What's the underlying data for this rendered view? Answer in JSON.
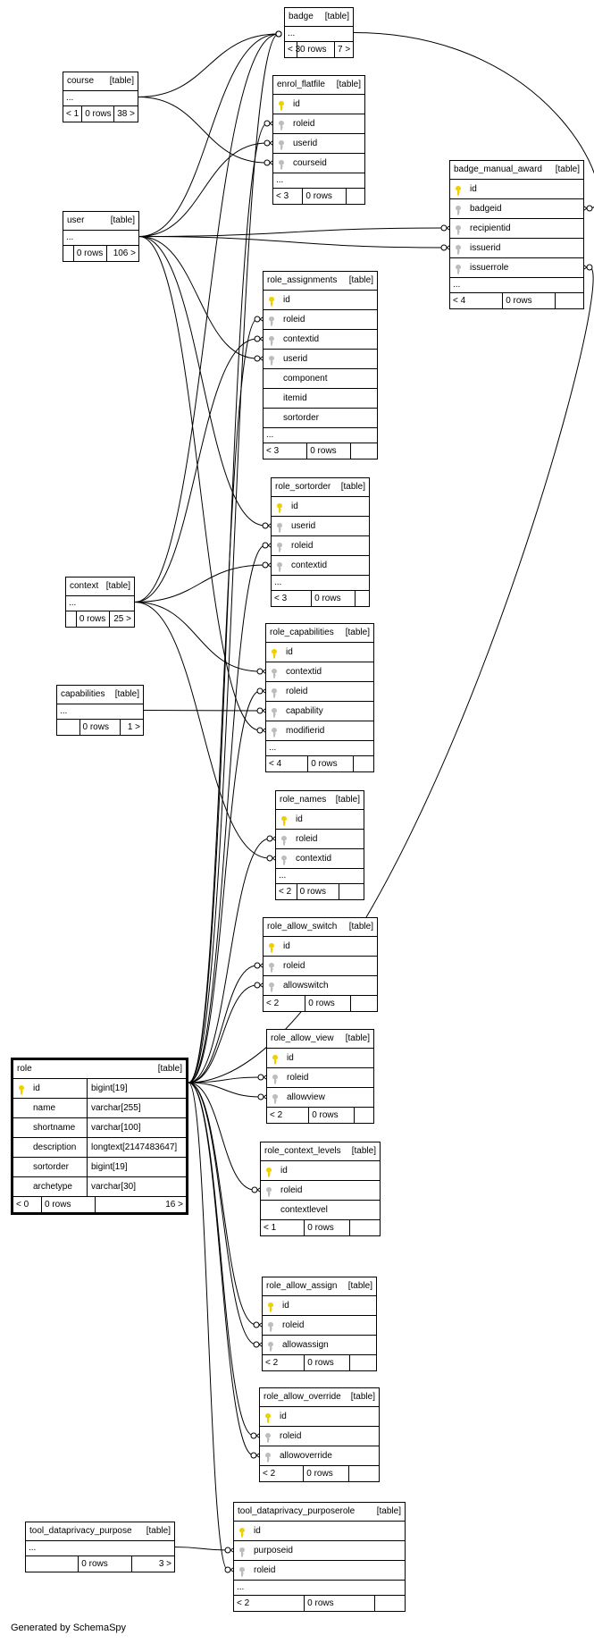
{
  "footer": "Generated by SchemaSpy",
  "tables": [
    {
      "id": "badge",
      "name": "badge",
      "tag": "[table]",
      "columns": [],
      "dots": "...",
      "footer": [
        "< 3",
        "0 rows",
        "7 >"
      ]
    },
    {
      "id": "course",
      "name": "course",
      "tag": "[table]",
      "columns": [],
      "dots": "...",
      "footer": [
        "< 1",
        "0 rows",
        "38 >"
      ]
    },
    {
      "id": "enrol_flatfile",
      "name": "enrol_flatfile",
      "tag": "[table]",
      "columns": [
        {
          "name": "id",
          "key": "pk"
        },
        {
          "name": "roleid",
          "key": "fk"
        },
        {
          "name": "userid",
          "key": "fk"
        },
        {
          "name": "courseid",
          "key": "fk"
        }
      ],
      "dots": "...",
      "footer": [
        "< 3",
        "0 rows",
        ""
      ]
    },
    {
      "id": "badge_manual_award",
      "name": "badge_manual_award",
      "tag": "[table]",
      "columns": [
        {
          "name": "id",
          "key": "pk"
        },
        {
          "name": "badgeid",
          "key": "fk"
        },
        {
          "name": "recipientid",
          "key": "fk"
        },
        {
          "name": "issuerid",
          "key": "fk"
        },
        {
          "name": "issuerrole",
          "key": "fk"
        }
      ],
      "dots": "...",
      "footer": [
        "< 4",
        "0 rows",
        ""
      ]
    },
    {
      "id": "user",
      "name": "user",
      "tag": "[table]",
      "columns": [],
      "dots": "...",
      "footer": [
        "",
        "0 rows",
        "106 >"
      ]
    },
    {
      "id": "role_assignments",
      "name": "role_assignments",
      "tag": "[table]",
      "columns": [
        {
          "name": "id",
          "key": "pk"
        },
        {
          "name": "roleid",
          "key": "fk"
        },
        {
          "name": "contextid",
          "key": "fk"
        },
        {
          "name": "userid",
          "key": "fk"
        },
        {
          "name": "component",
          "key": ""
        },
        {
          "name": "itemid",
          "key": ""
        },
        {
          "name": "sortorder",
          "key": ""
        }
      ],
      "dots": "...",
      "footer": [
        "< 3",
        "0 rows",
        ""
      ]
    },
    {
      "id": "role_sortorder",
      "name": "role_sortorder",
      "tag": "[table]",
      "columns": [
        {
          "name": "id",
          "key": "pk"
        },
        {
          "name": "userid",
          "key": "fk"
        },
        {
          "name": "roleid",
          "key": "fk"
        },
        {
          "name": "contextid",
          "key": "fk"
        }
      ],
      "dots": "...",
      "footer": [
        "< 3",
        "0 rows",
        ""
      ]
    },
    {
      "id": "context",
      "name": "context",
      "tag": "[table]",
      "columns": [],
      "dots": "...",
      "footer": [
        "",
        "0 rows",
        "25 >"
      ]
    },
    {
      "id": "role_capabilities",
      "name": "role_capabilities",
      "tag": "[table]",
      "columns": [
        {
          "name": "id",
          "key": "pk"
        },
        {
          "name": "contextid",
          "key": "fk"
        },
        {
          "name": "roleid",
          "key": "fk"
        },
        {
          "name": "capability",
          "key": "fk"
        },
        {
          "name": "modifierid",
          "key": "fk"
        }
      ],
      "dots": "...",
      "footer": [
        "< 4",
        "0 rows",
        ""
      ]
    },
    {
      "id": "capabilities",
      "name": "capabilities",
      "tag": "[table]",
      "columns": [],
      "dots": "...",
      "footer": [
        "",
        "0 rows",
        "1 >"
      ]
    },
    {
      "id": "role_names",
      "name": "role_names",
      "tag": "[table]",
      "columns": [
        {
          "name": "id",
          "key": "pk"
        },
        {
          "name": "roleid",
          "key": "fk"
        },
        {
          "name": "contextid",
          "key": "fk"
        }
      ],
      "dots": "...",
      "footer": [
        "< 2",
        "0 rows",
        ""
      ]
    },
    {
      "id": "role_allow_switch",
      "name": "role_allow_switch",
      "tag": "[table]",
      "columns": [
        {
          "name": "id",
          "key": "pk"
        },
        {
          "name": "roleid",
          "key": "fk"
        },
        {
          "name": "allowswitch",
          "key": "fk"
        }
      ],
      "dots": "",
      "footer": [
        "< 2",
        "0 rows",
        ""
      ]
    },
    {
      "id": "role_allow_view",
      "name": "role_allow_view",
      "tag": "[table]",
      "columns": [
        {
          "name": "id",
          "key": "pk"
        },
        {
          "name": "roleid",
          "key": "fk"
        },
        {
          "name": "allowview",
          "key": "fk"
        }
      ],
      "dots": "",
      "footer": [
        "< 2",
        "0 rows",
        ""
      ]
    },
    {
      "id": "role",
      "name": "role",
      "tag": "[table]",
      "main": true,
      "columns": [
        {
          "name": "id",
          "key": "pk",
          "type": "bigint[19]"
        },
        {
          "name": "name",
          "key": "",
          "type": "varchar[255]"
        },
        {
          "name": "shortname",
          "key": "",
          "type": "varchar[100]"
        },
        {
          "name": "description",
          "key": "",
          "type": "longtext[2147483647]"
        },
        {
          "name": "sortorder",
          "key": "",
          "type": "bigint[19]"
        },
        {
          "name": "archetype",
          "key": "",
          "type": "varchar[30]"
        }
      ],
      "dots": "",
      "footer": [
        "< 0",
        "0 rows",
        "16 >"
      ]
    },
    {
      "id": "role_context_levels",
      "name": "role_context_levels",
      "tag": "[table]",
      "columns": [
        {
          "name": "id",
          "key": "pk"
        },
        {
          "name": "roleid",
          "key": "fk"
        },
        {
          "name": "contextlevel",
          "key": ""
        }
      ],
      "dots": "",
      "footer": [
        "< 1",
        "0 rows",
        ""
      ]
    },
    {
      "id": "role_allow_assign",
      "name": "role_allow_assign",
      "tag": "[table]",
      "columns": [
        {
          "name": "id",
          "key": "pk"
        },
        {
          "name": "roleid",
          "key": "fk"
        },
        {
          "name": "allowassign",
          "key": "fk"
        }
      ],
      "dots": "",
      "footer": [
        "< 2",
        "0 rows",
        ""
      ]
    },
    {
      "id": "role_allow_override",
      "name": "role_allow_override",
      "tag": "[table]",
      "columns": [
        {
          "name": "id",
          "key": "pk"
        },
        {
          "name": "roleid",
          "key": "fk"
        },
        {
          "name": "allowoverride",
          "key": "fk"
        }
      ],
      "dots": "",
      "footer": [
        "< 2",
        "0 rows",
        ""
      ]
    },
    {
      "id": "tool_dataprivacy_purpose",
      "name": "tool_dataprivacy_purpose",
      "tag": "[table]",
      "columns": [],
      "dots": "...",
      "footer": [
        "",
        "0 rows",
        "3 >"
      ]
    },
    {
      "id": "tool_dataprivacy_purposerole",
      "name": "tool_dataprivacy_purposerole",
      "tag": "[table]",
      "columns": [
        {
          "name": "id",
          "key": "pk"
        },
        {
          "name": "purposeid",
          "key": "fk"
        },
        {
          "name": "roleid",
          "key": "fk"
        }
      ],
      "dots": "...",
      "footer": [
        "< 2",
        "0 rows",
        ""
      ]
    }
  ]
}
